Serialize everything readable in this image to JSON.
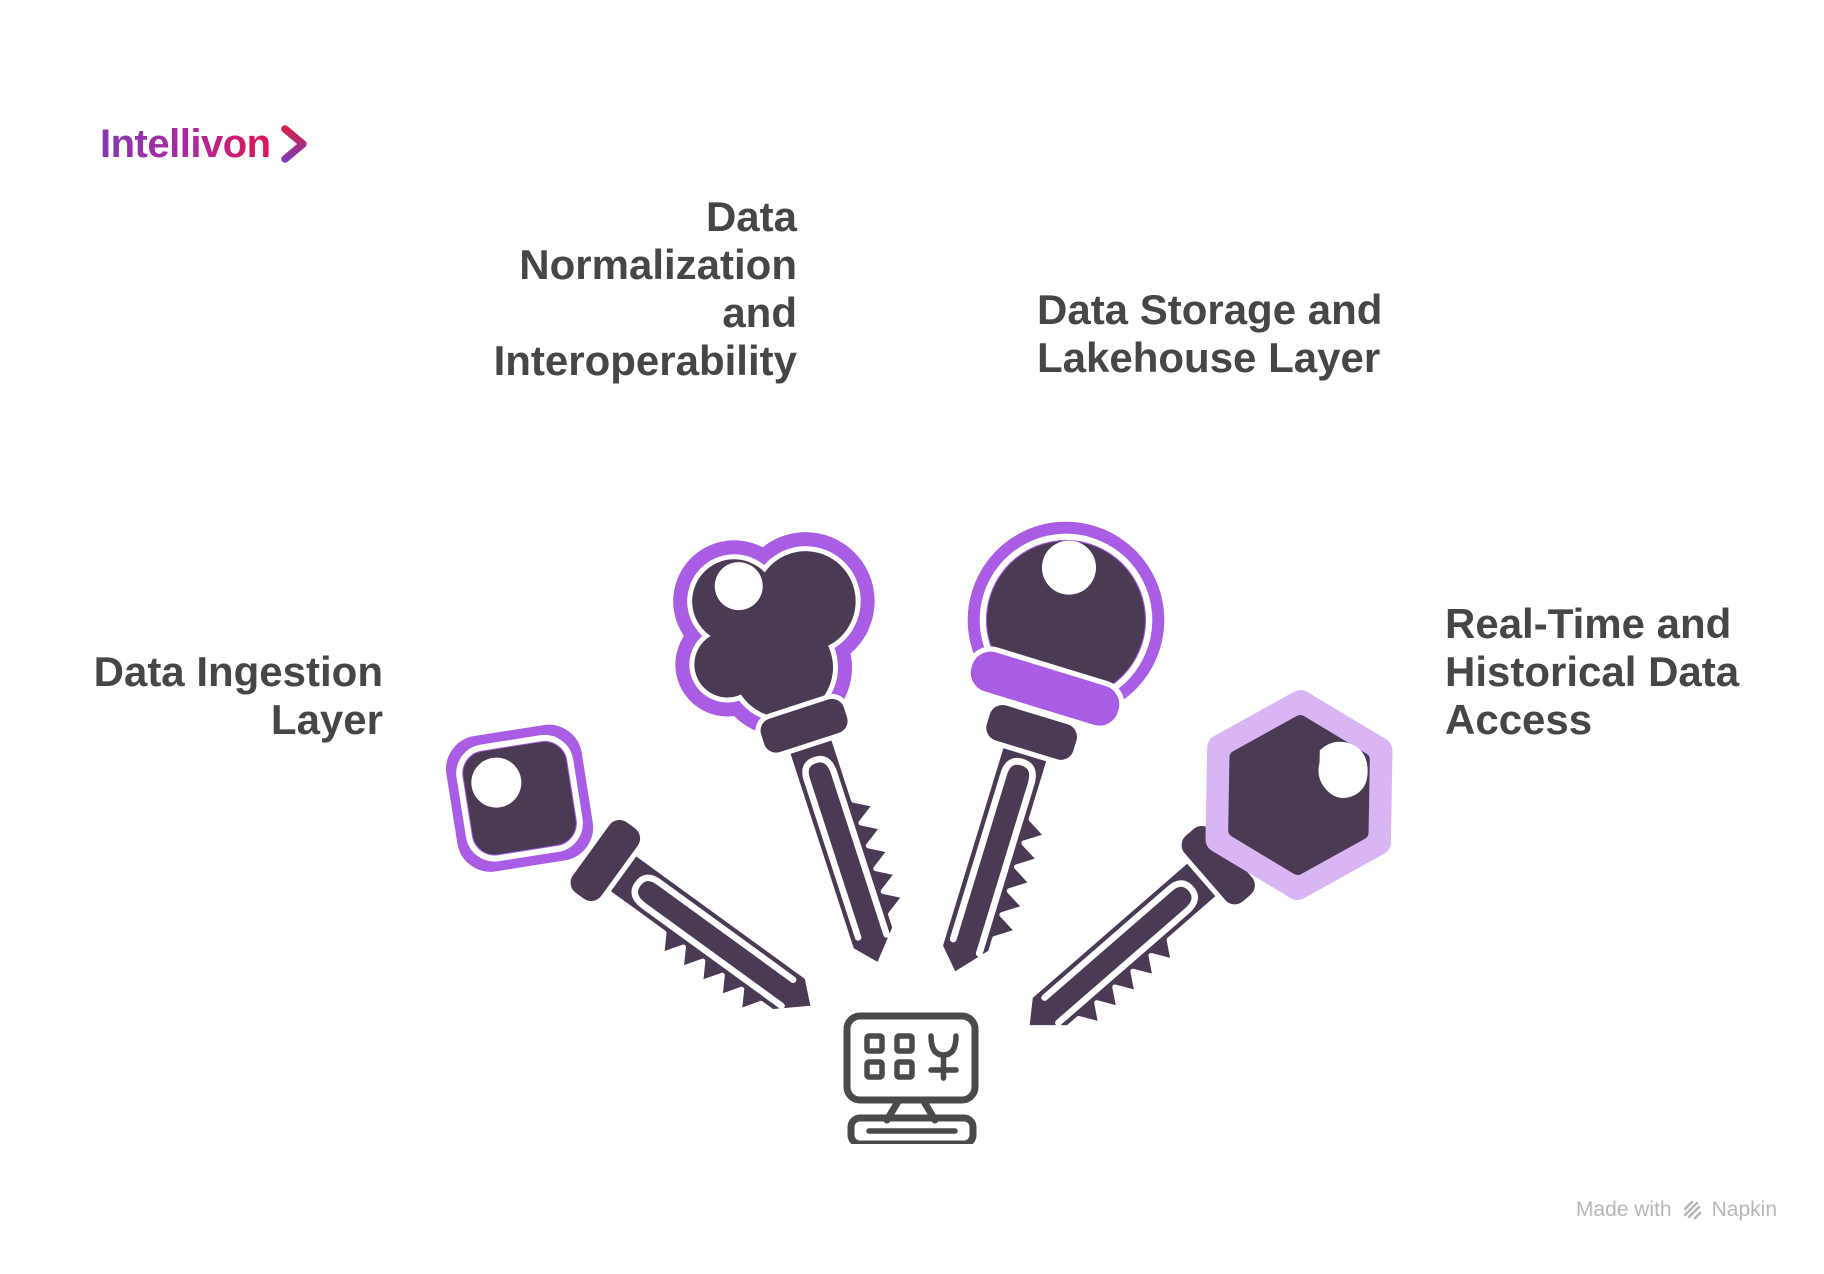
{
  "brand": {
    "name": "Intellivon",
    "chevron_icon": "chevron-right",
    "gradient_start": "#8438B4",
    "gradient_end": "#E31350"
  },
  "steps": [
    {
      "id": "data-ingestion",
      "label_lines": [
        "Data Ingestion",
        "Layer"
      ],
      "key_icon": "square-head-key",
      "key_color": "#A95CE4"
    },
    {
      "id": "data-normalization",
      "label_lines": [
        "Data",
        "Normalization",
        "and",
        "Interoperability"
      ],
      "key_icon": "cloud-head-key",
      "key_color": "#A95CE4"
    },
    {
      "id": "data-storage",
      "label_lines": [
        "Data Storage and",
        "Lakehouse Layer"
      ],
      "key_icon": "round-head-key",
      "key_color": "#A95CE4"
    },
    {
      "id": "realtime-access",
      "label_lines": [
        "Real-Time and",
        "Historical Data",
        "Access"
      ],
      "key_icon": "hexagon-head-key",
      "key_color": "#D9B6F3"
    }
  ],
  "center_icon": "monitor",
  "colors": {
    "key_body_dark": "#4B3A54",
    "key_purple": "#A95CE4",
    "key_purple_light": "#D9B6F3",
    "label_text": "#464646",
    "monitor_stroke": "#4A4A4A",
    "footer_text": "#B7B7BA",
    "background": "#FFFFFF"
  },
  "footer": {
    "made_with": "Made with",
    "brand": "Napkin"
  }
}
